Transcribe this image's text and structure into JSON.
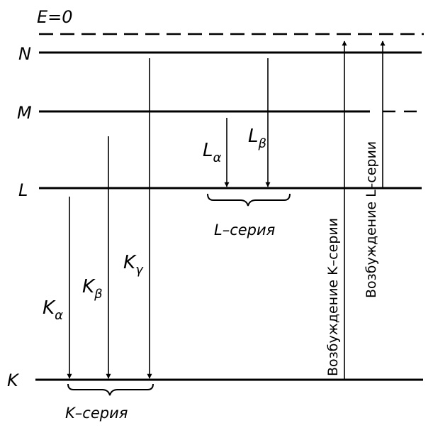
{
  "diagram": {
    "zero_label": "E=0",
    "levels": [
      {
        "id": "N",
        "label": "N"
      },
      {
        "id": "M",
        "label": "M"
      },
      {
        "id": "L",
        "label": "L"
      },
      {
        "id": "K",
        "label": "K"
      }
    ],
    "transitions": [
      {
        "symbol": "K",
        "sub": "α",
        "from": "L",
        "to": "K"
      },
      {
        "symbol": "K",
        "sub": "β",
        "from": "M",
        "to": "K"
      },
      {
        "symbol": "K",
        "sub": "γ",
        "from": "N",
        "to": "K"
      },
      {
        "symbol": "L",
        "sub": "α",
        "from": "M",
        "to": "L"
      },
      {
        "symbol": "L",
        "sub": "β",
        "from": "N",
        "to": "L"
      }
    ],
    "series_labels": {
      "k": "K–серия",
      "l": "L–серия"
    },
    "excitation": {
      "k": "Возбуждение  K–серии",
      "l": "Возбуждение  L–серии"
    }
  }
}
